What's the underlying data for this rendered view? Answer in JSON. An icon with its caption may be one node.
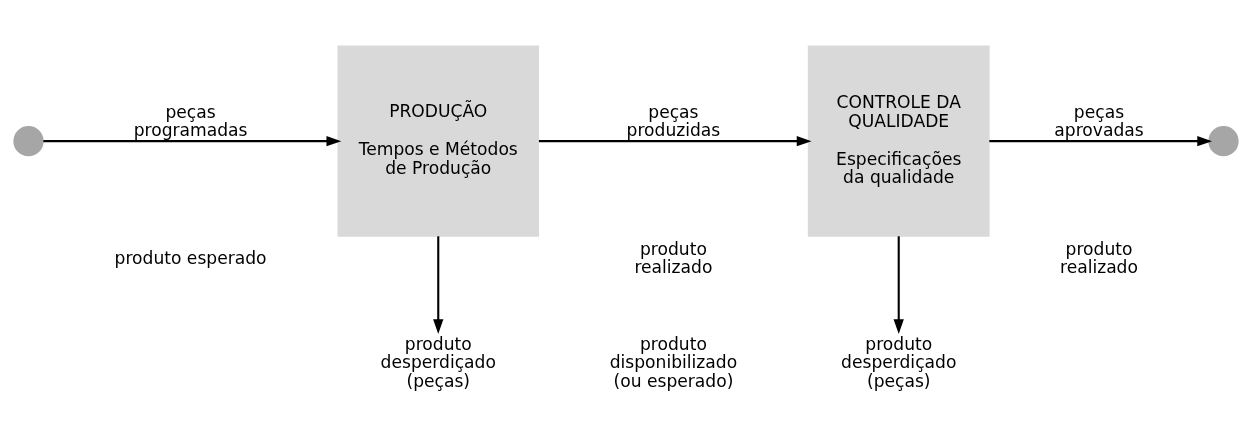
{
  "diagram": {
    "nodes": [
      {
        "text": [],
        "shape": "circle"
      },
      {
        "text": [
          "PRODUÇÃO",
          "Tempos e Métodos de Produção"
        ]
      },
      {
        "text": [
          "CONTROLE DA QUALIDADE",
          "Especificações da qualidade"
        ]
      },
      {
        "text": [],
        "shape": "circle"
      },
      {
        "text": [
          "produto desperdiçado (peças)"
        ]
      },
      {
        "text": [
          "produto desperdiçado (peças)"
        ]
      }
    ],
    "edges": [
      {
        "from": 0,
        "to": 1,
        "arrow": "to",
        "label": "peças programadas"
      },
      {
        "from": 1,
        "to": 2,
        "arrow": "to",
        "label": "peças produzidas"
      },
      {
        "from": 2,
        "to": 3,
        "arrow": "to",
        "label": "peças aprovadas"
      },
      {
        "from": 1,
        "to": 4,
        "arrow": "to"
      },
      {
        "from": 2,
        "to": 5,
        "arrow": "to"
      }
    ],
    "labels": [
      "produto esperado",
      "produto realizado",
      "produto disponibilizado (ou esperado)",
      "produto realizado"
    ]
  }
}
